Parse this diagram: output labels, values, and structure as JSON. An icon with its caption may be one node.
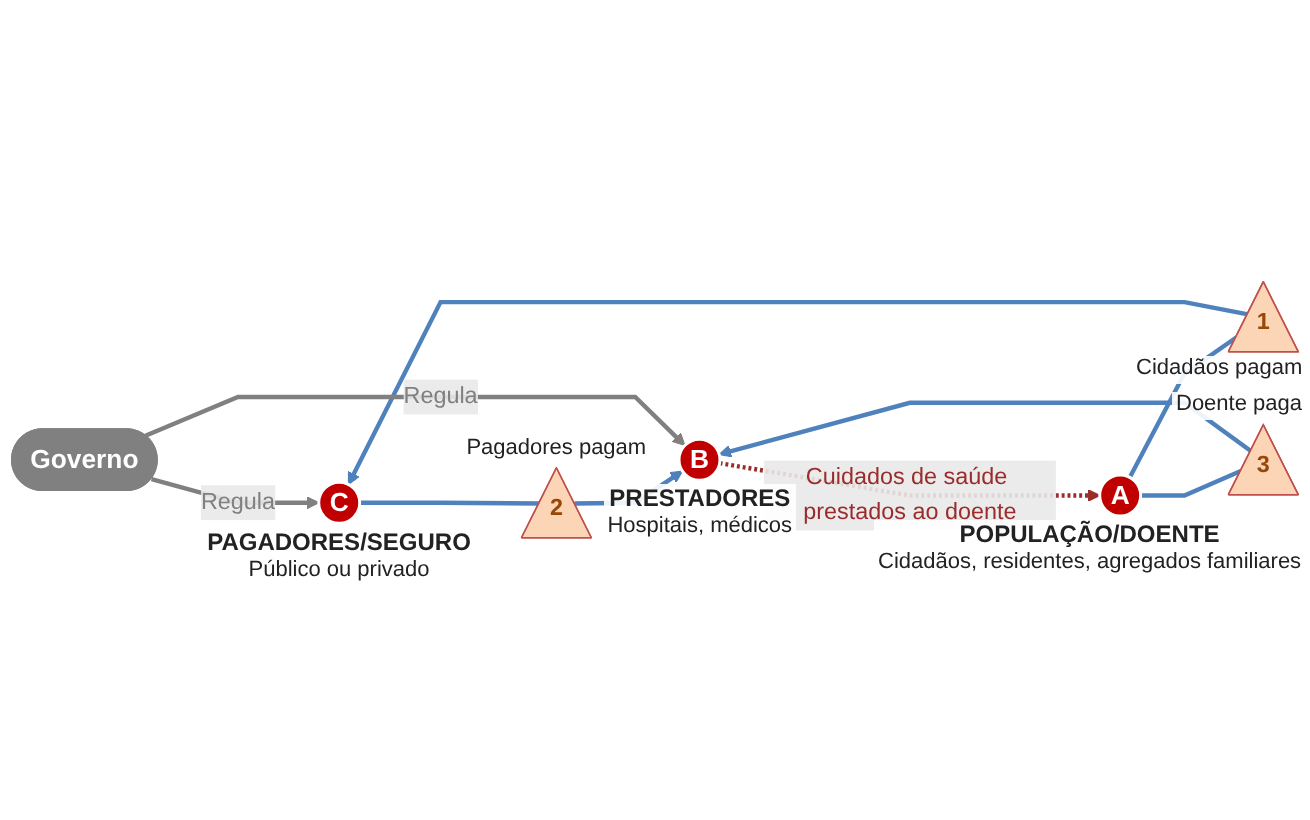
{
  "diagram": {
    "nodes": [
      {
        "text": [
          "C"
        ],
        "beside": [
          "PAGADORES/SEGURO",
          "Público ou privado"
        ]
      },
      {
        "text": [
          "Governo"
        ]
      },
      {
        "text": [
          "1"
        ],
        "beside": [
          "Cidadãos pagam"
        ]
      },
      {
        "text": [
          "2"
        ],
        "beside": [
          "Pagadores pagam"
        ]
      },
      {
        "text": [
          "A"
        ],
        "beside": [
          "POPULAÇÃO/DOENTE",
          "Cidadãos, residentes, agregados familiares"
        ]
      },
      {
        "text": [
          "3"
        ],
        "beside": [
          "Doente paga"
        ]
      },
      {
        "text": [
          "B"
        ],
        "beside": [
          "PRESTADORES",
          "Hospitais, médicos"
        ]
      }
    ],
    "edges": [
      {
        "from": 4,
        "to": 2,
        "arrow": "none"
      },
      {
        "from": 2,
        "to": 0,
        "arrow": "to"
      },
      {
        "from": 0,
        "to": 3,
        "arrow": "none"
      },
      {
        "from": 3,
        "to": 6,
        "arrow": "to"
      },
      {
        "from": 4,
        "to": 5,
        "arrow": "none"
      },
      {
        "from": 5,
        "to": 6,
        "arrow": "to"
      },
      {
        "from": 6,
        "to": 4,
        "arrow": "to",
        "label": "Cuidados de saúde prestados ao doente",
        "style": "dashed",
        "color": "#9b2c2c"
      },
      {
        "from": 1,
        "to": 0,
        "arrow": "to",
        "label": "Regula",
        "color": "#808080"
      },
      {
        "from": 1,
        "to": 6,
        "arrow": "to",
        "label": "Regula",
        "color": "#808080"
      }
    ]
  }
}
